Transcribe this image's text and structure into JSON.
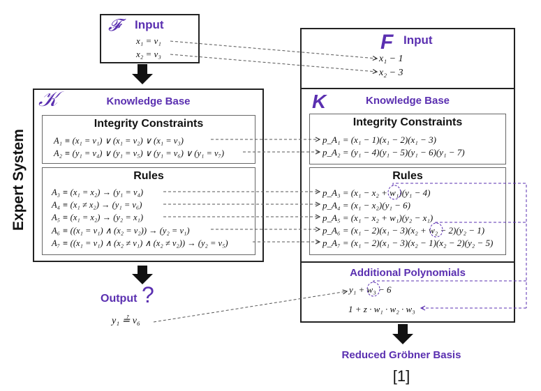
{
  "left": {
    "side_label": "Expert System",
    "input": {
      "symbol": "𝓕",
      "title": "Input",
      "lines": [
        "x₁ = v₁",
        "x₂ = v₃"
      ]
    },
    "knowledge_base": {
      "symbol": "𝒦",
      "title": "Knowledge Base",
      "integrity": {
        "title": "Integrity Constraints",
        "lines": [
          "A₁ ≡ (x₁ = v₁) ∨ (x₁ = v₂) ∨ (x₁ = v₃)",
          "A₂ ≡ (y₁ = v₄) ∨ (y₁ = v₅) ∨ (y₁ = v₆) ∨ (y₁ = v₇)"
        ]
      },
      "rules": {
        "title": "Rules",
        "lines": [
          "A₃ ≡ (x₁ = x₂) → (y₁ = v₄)",
          "A₄ ≡ (x₁ ≠ x₂) → (y₁ = v₆)",
          "A₅ ≡ (x₁ = x₂) → (y₂ = x₁)",
          "A₆ ≡ ((x₁ = v₁) ∧ (x₂ = v₂)) → (y₂ = v₁)",
          "A₇ ≡ ((x₁ = v₁) ∧ (x₂ ≠ v₁) ∧ (x₂ ≠ v₂)) → (y₂ = v₅)"
        ]
      }
    },
    "output": {
      "title": "Output",
      "mark": "?",
      "query": "y₁ ≟ v₆"
    }
  },
  "right": {
    "input": {
      "symbol": "F",
      "title": "Input",
      "lines": [
        "x₁ − 1",
        "x₂ − 3"
      ]
    },
    "knowledge_base": {
      "symbol": "K",
      "title": "Knowledge Base",
      "integrity": {
        "title": "Integrity Constraints",
        "lines": [
          "p_A₁ = (x₁ − 1)(x₁ − 2)(x₁ − 3)",
          "p_A₂ = (y₁ − 4)(y₁ − 5)(y₁ − 6)(y₁ − 7)"
        ]
      },
      "rules": {
        "title": "Rules",
        "lines": [
          "p_A₃ = (x₁ − x₂ + w₁)(y₁ − 4)",
          "p_A₄ = (x₁ − x₂)(y₁ − 6)",
          "p_A₅ = (x₁ − x₂ + w₁)(y₂ − x₁)",
          "p_A₆ = (x₁ − 2)(x₁ − 3)(x₂ + w₂ − 2)(y₂ − 1)",
          "p_A₇ = (x₁ − 2)(x₁ − 3)(x₂ − 1)(x₂ − 2)(y₂ − 5)"
        ]
      }
    },
    "additional": {
      "title": "Additional Polynomials",
      "lines": [
        "y₁ + w₃ − 6",
        "1 + z · w₁ · w₂ · w₃"
      ]
    },
    "result": {
      "title": "Reduced Gröbner Basis",
      "value": "[1]"
    }
  },
  "colors": {
    "accent": "#5a2fb0",
    "border": "#222222",
    "inner_border": "#666666",
    "dashed_link": "#555555"
  }
}
